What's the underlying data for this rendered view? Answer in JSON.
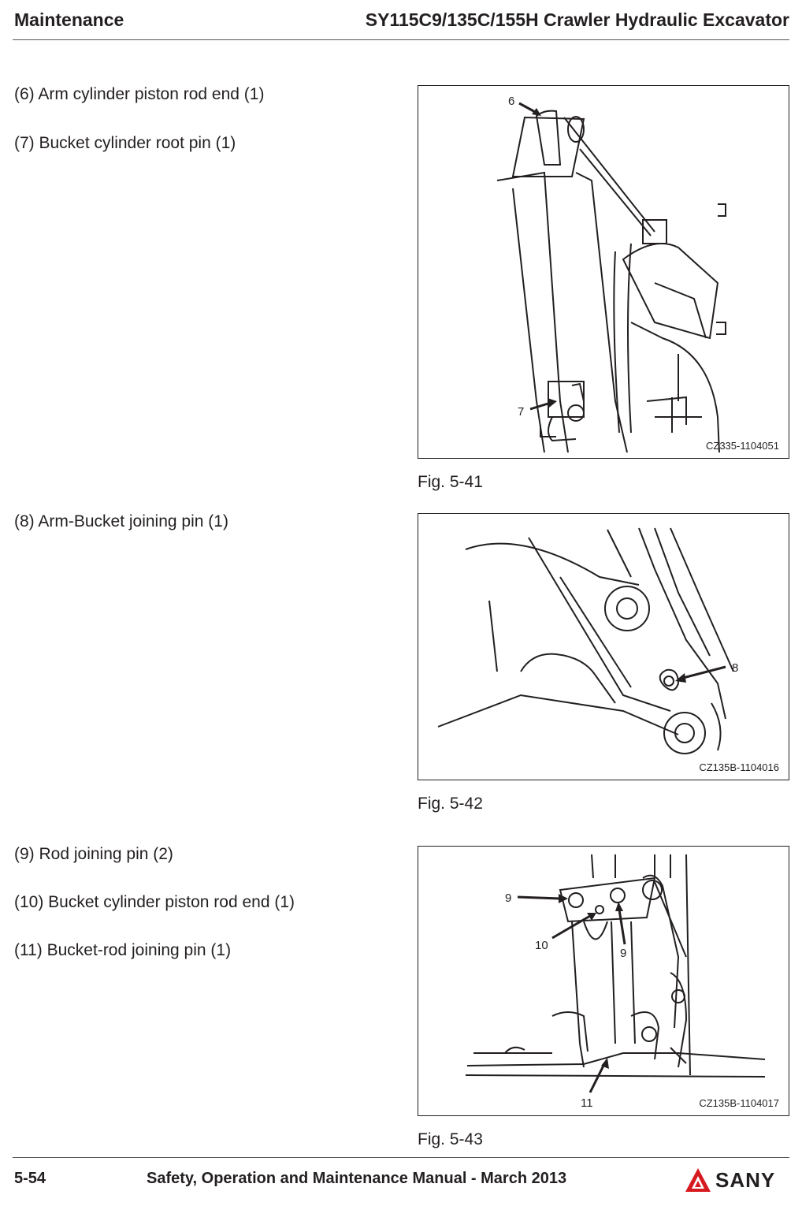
{
  "header": {
    "section": "Maintenance",
    "model": "SY115C9/135C/155H Crawler Hydraulic Excavator"
  },
  "items": [
    "(6)  Arm cylinder piston rod end (1)",
    "(7)  Bucket cylinder root pin (1)",
    "(8)  Arm-Bucket joining pin (1)",
    "(9)  Rod joining pin (2)",
    "(10)  Bucket cylinder piston rod end (1)",
    "(11)  Bucket-rod joining pin (1)"
  ],
  "figures": [
    {
      "caption": "Fig.  5-41",
      "code": "CZ335-1104051",
      "callouts": [
        "6",
        "7"
      ]
    },
    {
      "caption": "Fig.  5-42",
      "code": "CZ135B-1104016",
      "callouts": [
        "8"
      ]
    },
    {
      "caption": "Fig.  5-43",
      "code": "CZ135B-1104017",
      "callouts": [
        "9",
        "10",
        "9",
        "11"
      ]
    }
  ],
  "footer": {
    "page": "5-54",
    "title": "Safety, Operation and Maintenance Manual - March 2013",
    "logo_text": "SANY",
    "logo_color": "#d71920"
  }
}
